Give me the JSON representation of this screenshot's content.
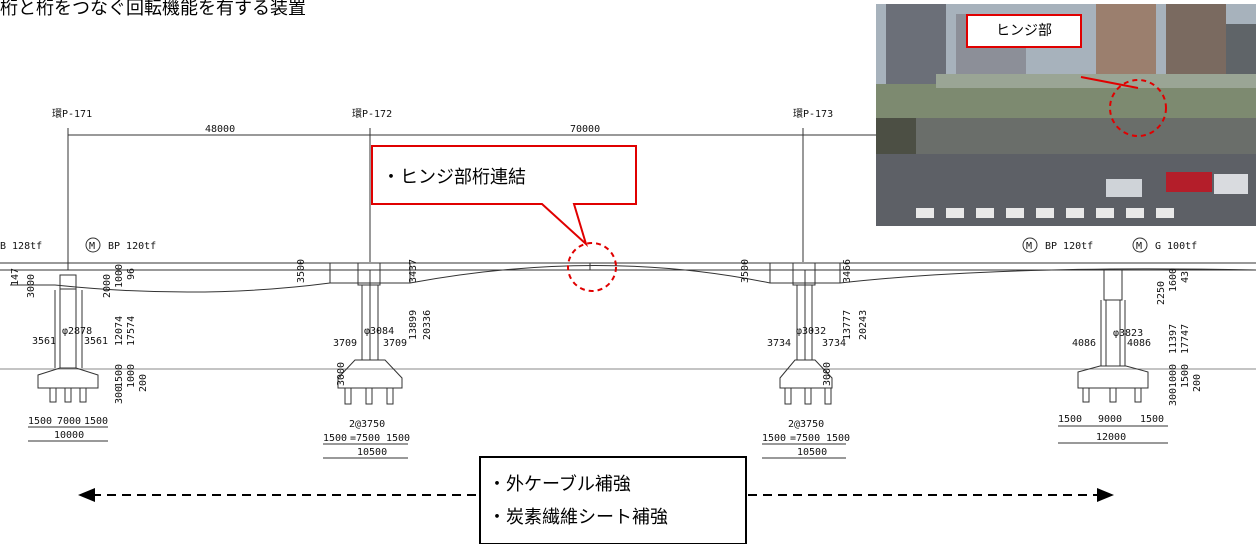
{
  "heading": "桁と桁をつなぐ回転機能を有する装置",
  "piers": [
    "環P-171",
    "環P-172",
    "環P-173"
  ],
  "spans": [
    "48000",
    "70000"
  ],
  "callout_hinge": "・ヒンジ部桁連結",
  "callout_reinforcement_line1": "・外ケーブル補強",
  "callout_reinforcement_line2": "・炭素繊維シート補強",
  "photo_label": "ヒンジ部",
  "bearings": {
    "left_b": "B 128tf",
    "left_bp": "BP  120tf",
    "right_bp": "BP  120tf",
    "right_g": "G  100tf",
    "m": "M"
  },
  "dims": {
    "p1_147": "147",
    "p1_3000": "3000",
    "p1_2000": "2000",
    "p1_1000": "1000",
    "p1_96": "96",
    "p1_12074": "12074",
    "p1_17574": "17574",
    "p1_dia": "φ2878",
    "p1_w1": "3561",
    "p1_w2": "3561",
    "p1_1500": "1500",
    "p1_1000b": "1000",
    "p1_300": "300",
    "p1_200": "200",
    "p1_f1": "1500",
    "p1_f2": "7000",
    "p1_f3": "1500",
    "p1_total": "10000",
    "p2_3500": "3500",
    "p2_3437": "3437",
    "p2_13899": "13899",
    "p2_20336": "20336",
    "p2_3000": "3000",
    "p2_dia": "φ3084",
    "p2_w1": "3709",
    "p2_w2": "3709",
    "p2_piles": "2@3750",
    "p2_f1": "1500",
    "p2_f2": "=7500",
    "p2_f3": "1500",
    "p2_total": "10500",
    "p3_3500": "3500",
    "p3_3466": "3466",
    "p3_13777": "13777",
    "p3_20243": "20243",
    "p3_3000": "3000",
    "p3_dia": "φ3032",
    "p3_w1": "3734",
    "p3_w2": "3734",
    "p3_piles": "2@3750",
    "p3_f1": "1500",
    "p3_f2": "=7500",
    "p3_f3": "1500",
    "p3_total": "10500",
    "p4_2250": "2250",
    "p4_1600": "1600",
    "p4_43": "43",
    "p4_11397": "11397",
    "p4_17747": "17747",
    "p4_dia": "φ3823",
    "p4_w1": "4086",
    "p4_w2": "4086",
    "p4_1000": "1000",
    "p4_1500": "1500",
    "p4_300": "300",
    "p4_200": "200",
    "p4_f1": "1500",
    "p4_f2": "9000",
    "p4_f3": "1500",
    "p4_total": "12000"
  },
  "colors": {
    "callout_border": "#e00000",
    "dashed_circle": "#e00000",
    "box_border": "#000000",
    "photo_label_bg": "#ffffff"
  }
}
